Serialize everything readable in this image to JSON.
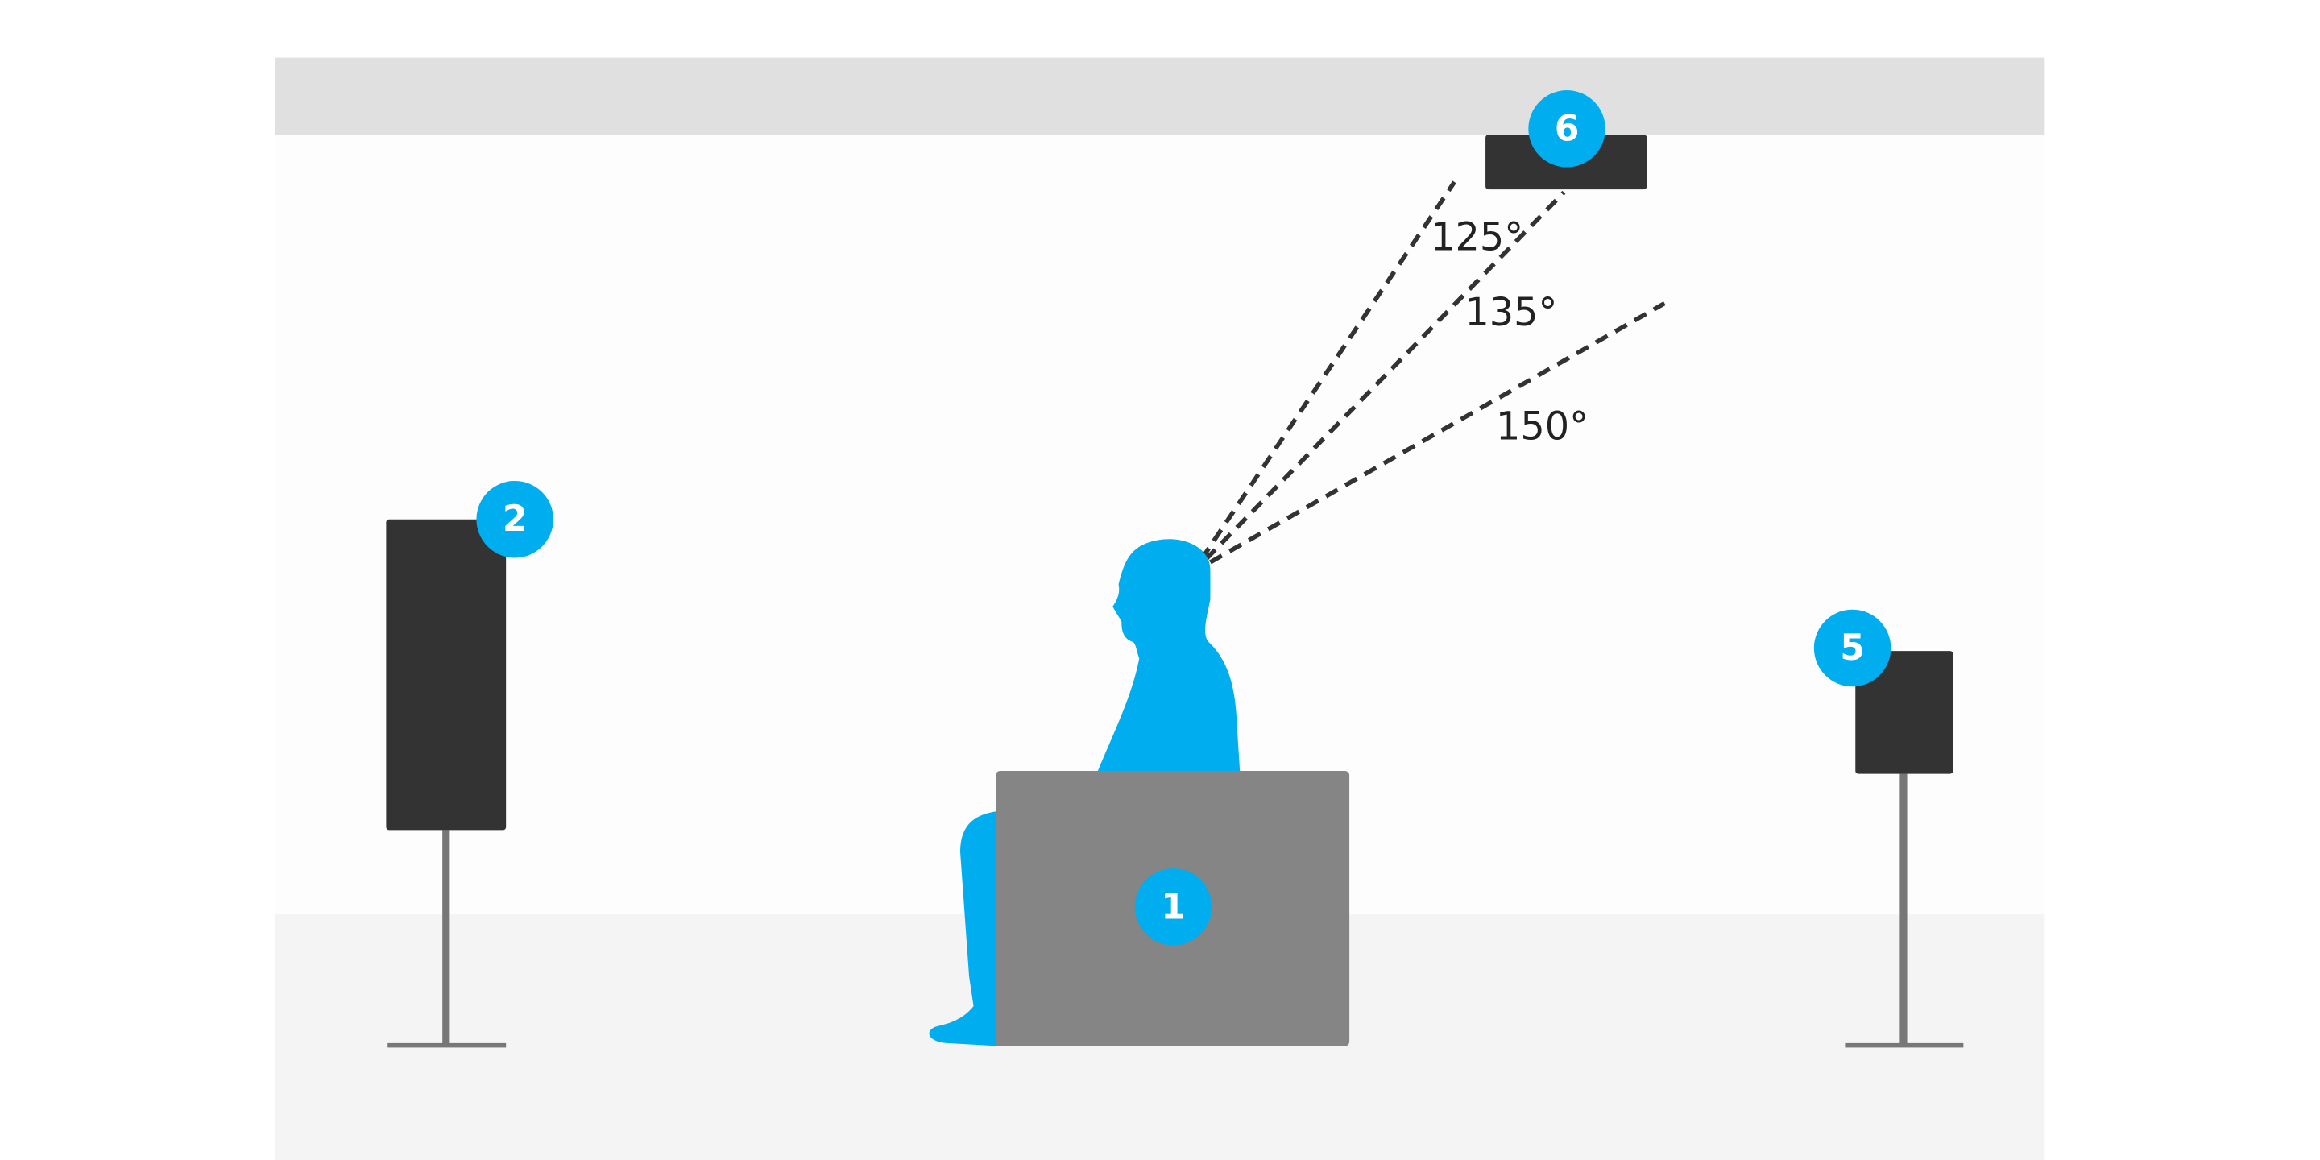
{
  "colors": {
    "badge": "#00aeef",
    "person": "#00aeef",
    "speaker": "#333333",
    "seat": "#858585",
    "ceiling": "#e0e0e0",
    "floor": "#f4f4f4",
    "wall": "#fdfdfd"
  },
  "badges": {
    "seat": "1",
    "front_speaker": "2",
    "rear_speaker": "5",
    "ceiling_speaker": "6"
  },
  "angles": {
    "a1": "125°",
    "a2": "135°",
    "a3": "150°"
  }
}
